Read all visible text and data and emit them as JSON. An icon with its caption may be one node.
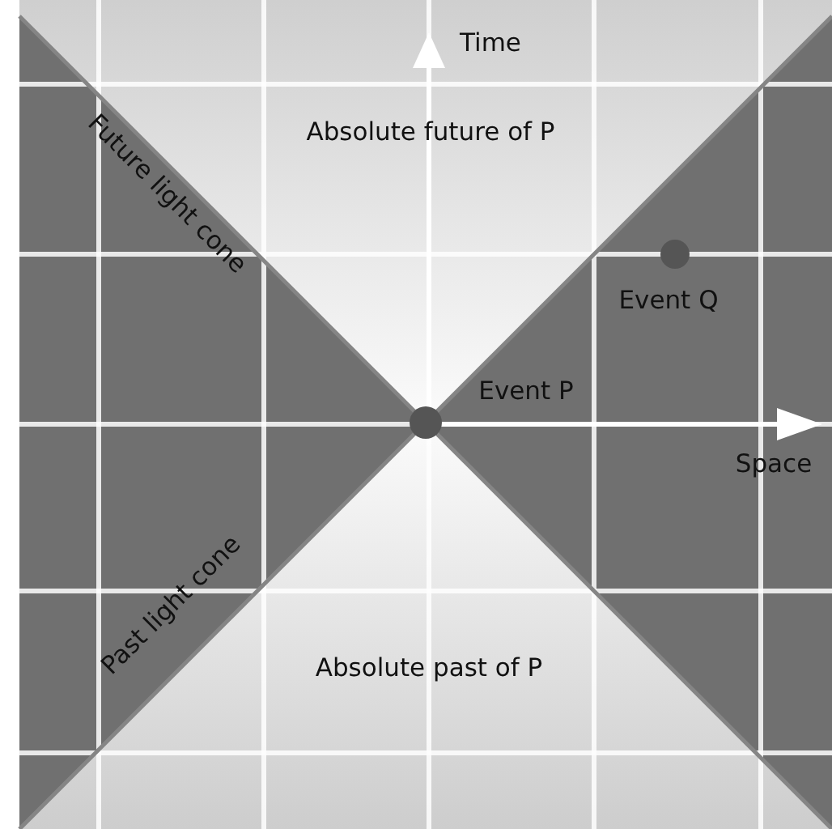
{
  "diagram": {
    "labels": [
      "Time",
      "Absolute future of P",
      "Future light cone",
      "Event Q",
      "Event P",
      "Space",
      "Past light cone",
      "Absolute past of P"
    ]
  }
}
